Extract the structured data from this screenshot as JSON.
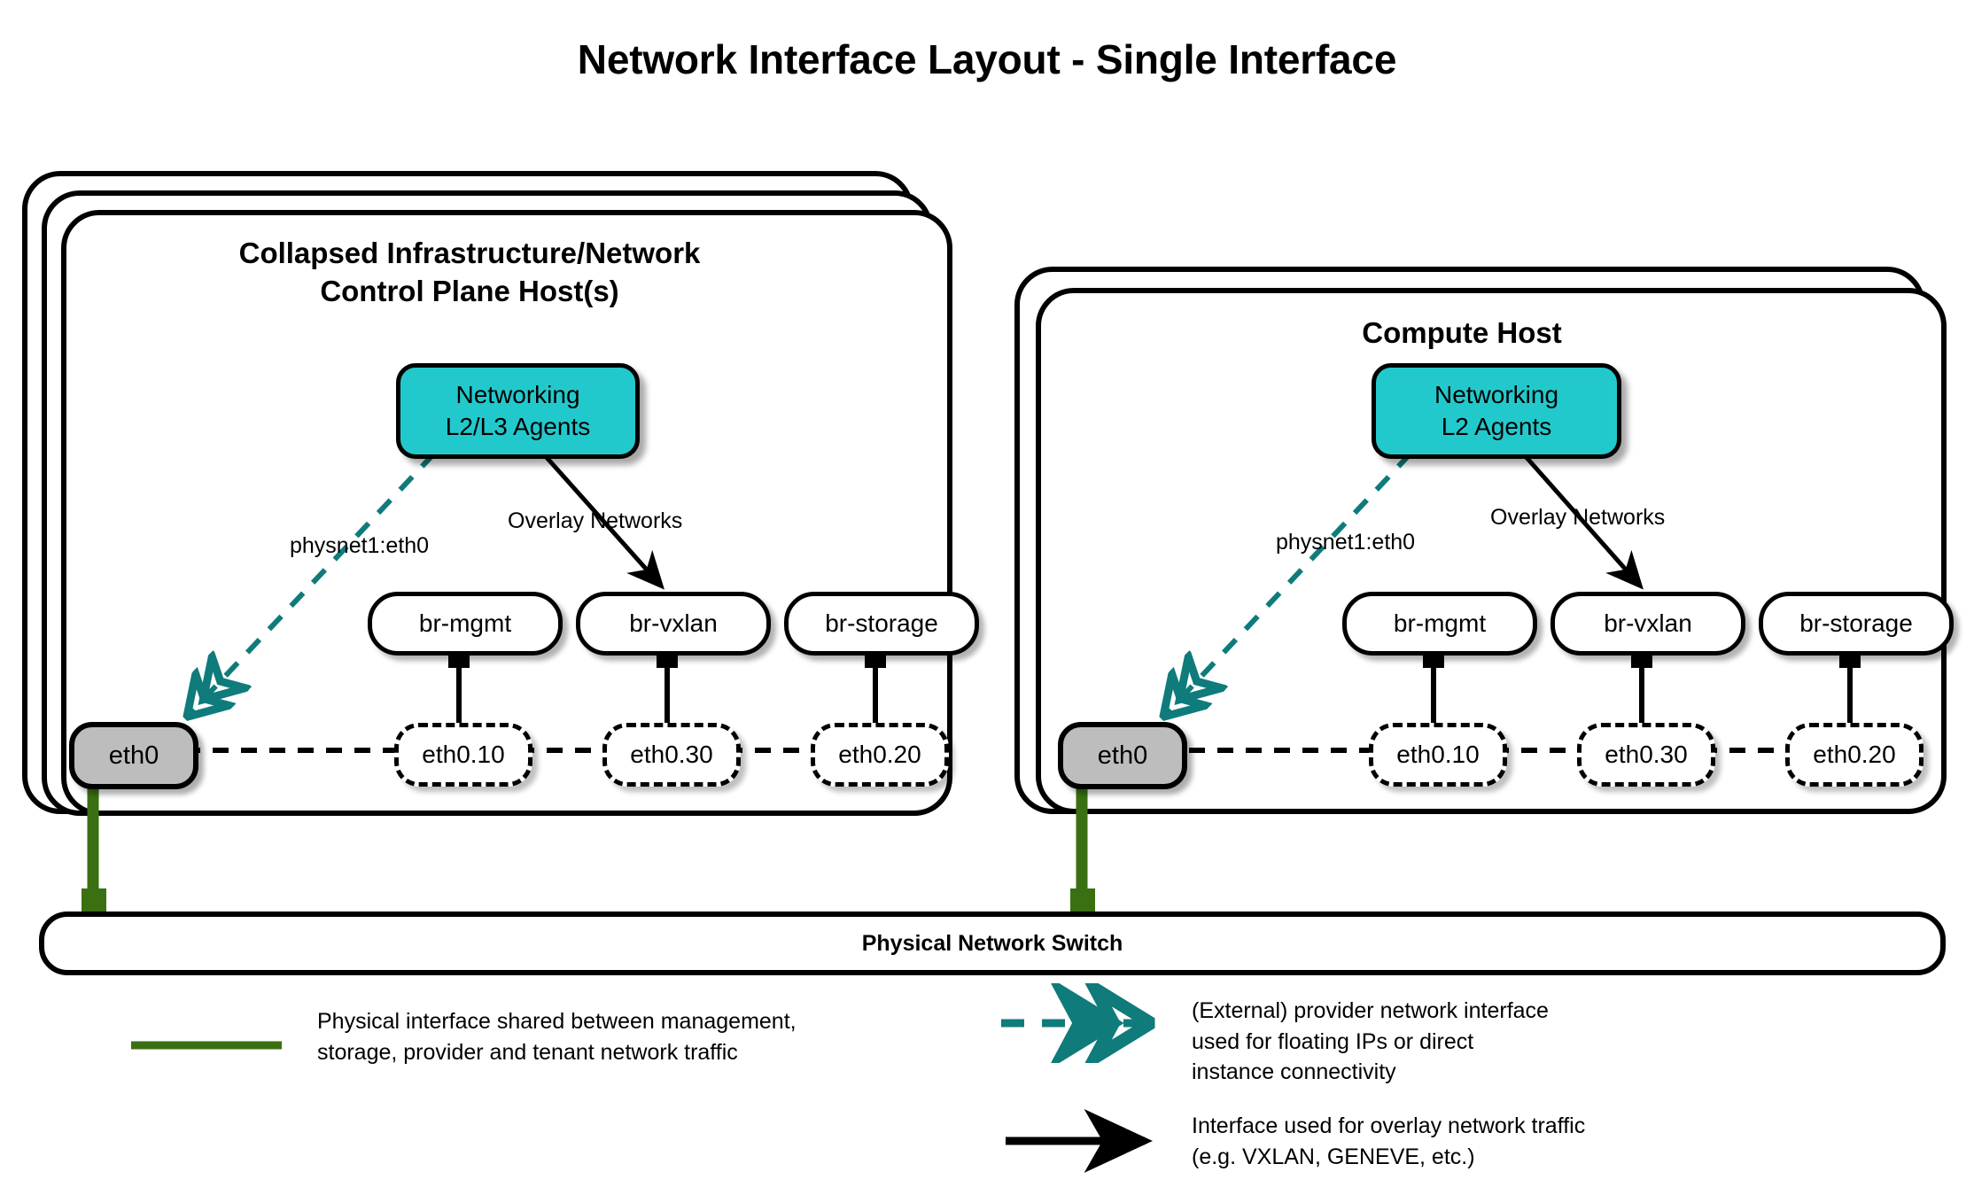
{
  "title": "Network Interface Layout - Single Interface",
  "colors": {
    "agent_fill": "#22c9cc",
    "nic_fill": "#bdbdbd",
    "physical_link": "#3a7012",
    "provider_link": "#0f7b7b",
    "overlay_link": "#000000"
  },
  "hosts": [
    {
      "id": "control-plane",
      "title": "Collapsed Infrastructure/Network\nControl Plane Host(s)",
      "title_line1": "Collapsed Infrastructure/Network",
      "title_line2": "Control Plane Host(s)",
      "stack_layers": 3,
      "agents": {
        "line1": "Networking",
        "line2": "L2/L3 Agents"
      },
      "edge_labels": {
        "provider": "physnet1:eth0",
        "overlay": "Overlay Networks"
      },
      "nic": "eth0",
      "bridges": [
        {
          "bridge": "br-mgmt",
          "vlan": "eth0.10"
        },
        {
          "bridge": "br-vxlan",
          "vlan": "eth0.30"
        },
        {
          "bridge": "br-storage",
          "vlan": "eth0.20"
        }
      ]
    },
    {
      "id": "compute",
      "title": "Compute Host",
      "title_line1": "Compute Host",
      "title_line2": "",
      "stack_layers": 2,
      "agents": {
        "line1": "Networking",
        "line2": "L2 Agents"
      },
      "edge_labels": {
        "provider": "physnet1:eth0",
        "overlay": "Overlay Networks"
      },
      "nic": "eth0",
      "bridges": [
        {
          "bridge": "br-mgmt",
          "vlan": "eth0.10"
        },
        {
          "bridge": "br-vxlan",
          "vlan": "eth0.30"
        },
        {
          "bridge": "br-storage",
          "vlan": "eth0.20"
        }
      ]
    }
  ],
  "switch": {
    "label": "Physical Network Switch"
  },
  "legend": [
    {
      "id": "physical-interface",
      "style": "solid-green-line",
      "line1": "Physical interface shared between management,",
      "line2": "storage, provider and tenant network traffic",
      "line3": ""
    },
    {
      "id": "provider-interface",
      "style": "dashed-teal-double-arrow",
      "line1": "(External) provider network interface",
      "line2": "used for floating IPs or direct",
      "line3": "instance connectivity"
    },
    {
      "id": "overlay-interface",
      "style": "solid-black-arrow",
      "line1": "Interface used for overlay network traffic",
      "line2": "(e.g. VXLAN, GENEVE, etc.)",
      "line3": ""
    }
  ]
}
